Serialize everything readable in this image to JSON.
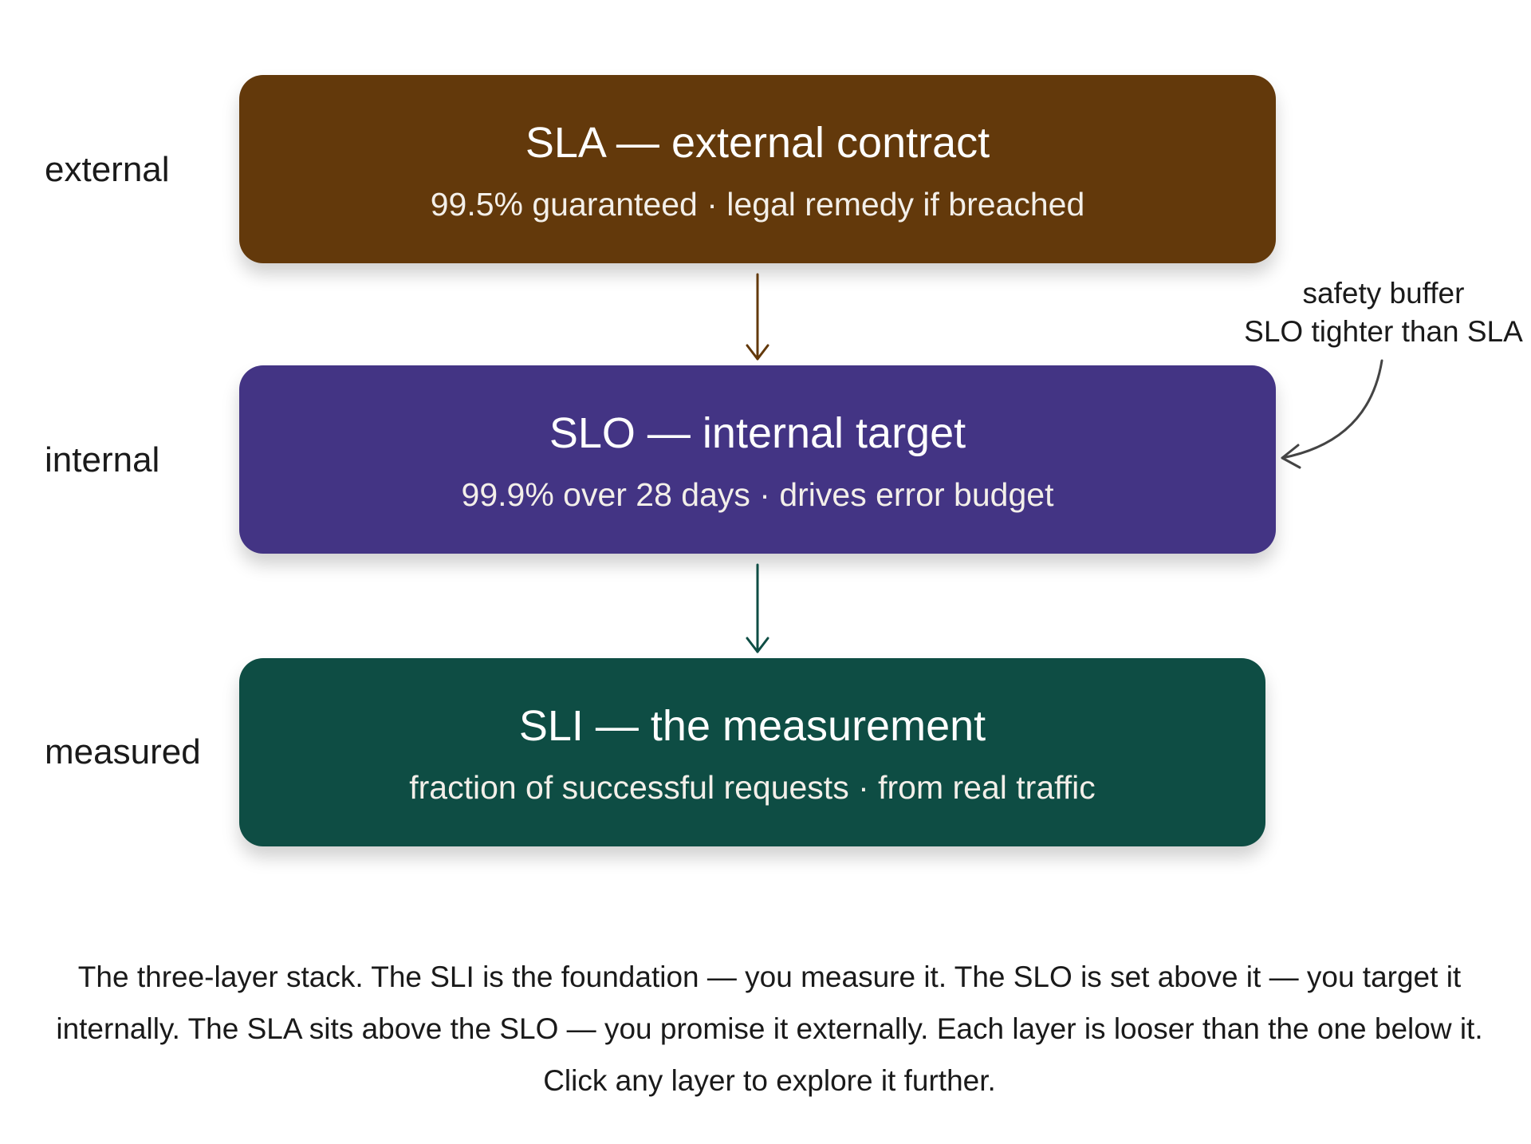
{
  "layers": {
    "sla": {
      "side_label": "external",
      "title": "SLA — external contract",
      "subtitle": "99.5% guaranteed · legal remedy if breached",
      "color": "#63390b"
    },
    "slo": {
      "side_label": "internal",
      "title": "SLO — internal target",
      "subtitle": "99.9% over 28 days · drives error budget",
      "color": "#433484"
    },
    "sli": {
      "side_label": "measured",
      "title": "SLI — the measurement",
      "subtitle": "fraction of successful requests · from real traffic",
      "color": "#0e4d44"
    }
  },
  "annotation": {
    "line1": "safety buffer",
    "line2": "SLO tighter than SLA"
  },
  "caption": {
    "line1": "The three-layer stack. The SLI is the foundation — you measure it. The SLO is set above it — you target it",
    "line2": "internally. The SLA sits above the SLO — you promise it externally. Each layer is looser than the one below it.",
    "line3": "Click any layer to explore it further."
  },
  "colors": {
    "arrow_sla_slo": "#63390b",
    "arrow_slo_sli": "#0e4d44",
    "annotation_arrow": "#444444"
  }
}
